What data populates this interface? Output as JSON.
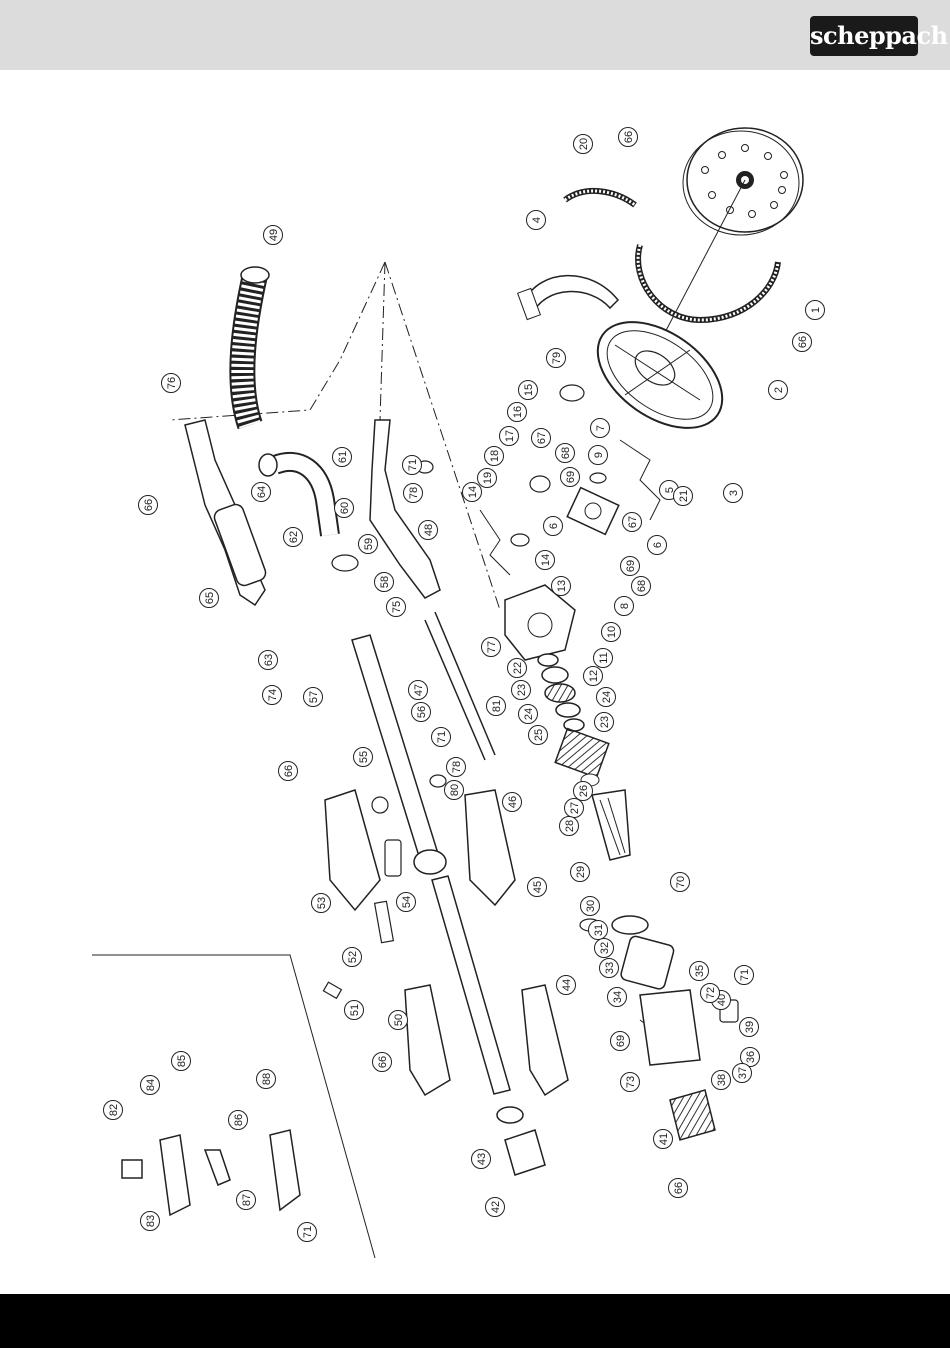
{
  "header": {
    "brand": "scheppach",
    "band_color": "#dcdcdc",
    "logo_color": "#1a1a1a"
  },
  "footer": {
    "band_color": "#000000"
  },
  "diagram": {
    "type": "exploded parts view",
    "orientation": "rotated 90°",
    "part_labels": {
      "p1": "1",
      "p2": "2",
      "p3": "3",
      "p4": "4",
      "p5": "5",
      "p6": "6",
      "p6b": "6",
      "p7": "7",
      "p8": "8",
      "p9": "9",
      "p10": "10",
      "p11": "11",
      "p12": "12",
      "p13": "13",
      "p14": "14",
      "p14b": "14",
      "p15": "15",
      "p16": "16",
      "p17": "17",
      "p18": "18",
      "p19": "19",
      "p20": "20",
      "p21": "21",
      "p22": "22",
      "p23": "23",
      "p23b": "23",
      "p24": "24",
      "p24b": "24",
      "p25": "25",
      "p26": "26",
      "p27": "27",
      "p28": "28",
      "p29": "29",
      "p30": "30",
      "p31": "31",
      "p32": "32",
      "p33": "33",
      "p34": "34",
      "p35": "35",
      "p36": "36",
      "p37": "37",
      "p38": "38",
      "p39": "39",
      "p40": "40",
      "p41": "41",
      "p42": "42",
      "p43": "43",
      "p44": "44",
      "p45": "45",
      "p46": "46",
      "p47": "47",
      "p48": "48",
      "p49": "49",
      "p50": "50",
      "p51": "51",
      "p52": "52",
      "p53": "53",
      "p54": "54",
      "p55": "55",
      "p56": "56",
      "p57": "57",
      "p58": "58",
      "p59": "59",
      "p60": "60",
      "p61": "61",
      "p62": "62",
      "p63": "63",
      "p64": "64",
      "p65": "65",
      "p66a": "66",
      "p66b": "66",
      "p66c": "66",
      "p66d": "66",
      "p66e": "66",
      "p66f": "66",
      "p67a": "67",
      "p67b": "67",
      "p68a": "68",
      "p68b": "68",
      "p69a": "69",
      "p69b": "69",
      "p69c": "69",
      "p70": "70",
      "p71a": "71",
      "p71b": "71",
      "p71c": "71",
      "p71d": "71",
      "p72": "72",
      "p73": "73",
      "p74": "74",
      "p75": "75",
      "p76": "76",
      "p77": "77",
      "p78a": "78",
      "p78b": "78",
      "p79": "79",
      "p80": "80",
      "p81": "81",
      "p82": "82",
      "p83": "83",
      "p84": "84",
      "p85": "85",
      "p86": "86",
      "p87": "87",
      "p88": "88"
    }
  }
}
